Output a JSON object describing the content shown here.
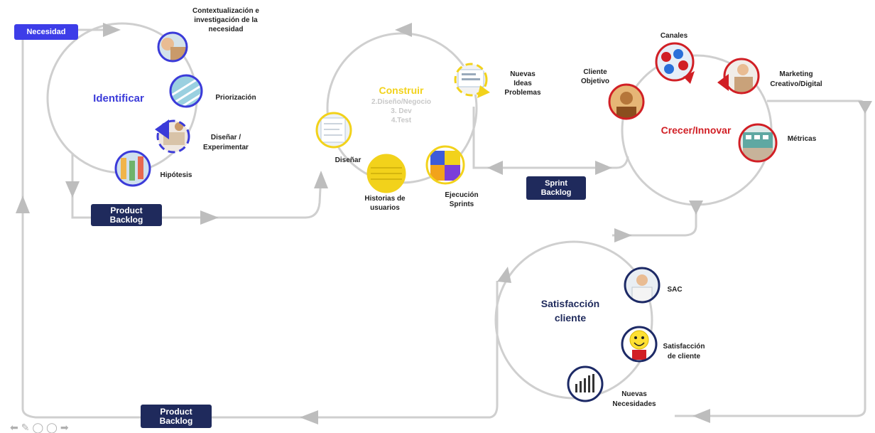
{
  "colors": {
    "loop_stroke": "#cfcfcf",
    "arrow": "#bdbdbd",
    "blue_ring": "#3b3bd9",
    "yellow_ring": "#f2d21b",
    "red_ring": "#d11f25",
    "navy_ring": "#1d2a66",
    "badge_blue": "#3d3de8",
    "badge_navy": "#1f2a5c",
    "identificar": "#3b3bd9",
    "construir": "#f2d21b",
    "crecer": "#d11f25",
    "satisfaccion": "#1f2a5c"
  },
  "badges": {
    "necesidad": "Necesidad",
    "product_backlog_1": "Product\nBacklog",
    "sprint_backlog": "Sprint\nBacklog",
    "product_backlog_2": "Product\nBacklog"
  },
  "identificar": {
    "title": "Identificar",
    "contextualizacion": "Contextualización e\ninvestigación de la\nnecesidad",
    "priorizacion": "Priorización",
    "disenar_experimentar": "Diseñar /\nExperimentar",
    "hipotesis": "Hipótesis"
  },
  "construir": {
    "title": "Construir",
    "steps": "2.Diseño/Negocio\n3. Dev\n4.Test",
    "nuevas_ideas": "Nuevas\nIdeas\nProblemas",
    "disenar": "Diseñar",
    "historias": "Historias de\nusuarios",
    "ejecucion": "Ejecución\nSprints"
  },
  "crecer": {
    "title": "Crecer/Innovar",
    "canales": "Canales",
    "cliente_objetivo": "Cliente\nObjetivo",
    "marketing": "Marketing\nCreativo/Digital",
    "metricas": "Métricas"
  },
  "satisfaccion": {
    "title": "Satisfacción\ncliente",
    "sac": "SAC",
    "satisfaccion_cliente": "Satisfacción\nde cliente",
    "nuevas_necesidades": "Nuevas\nNecesidades"
  },
  "icons": {
    "nav_back": "arrow-left-icon",
    "nav_pen": "pen-icon",
    "nav_circle1": "circle-icon",
    "nav_circle2": "circle-icon",
    "nav_forward": "arrow-right-icon"
  }
}
